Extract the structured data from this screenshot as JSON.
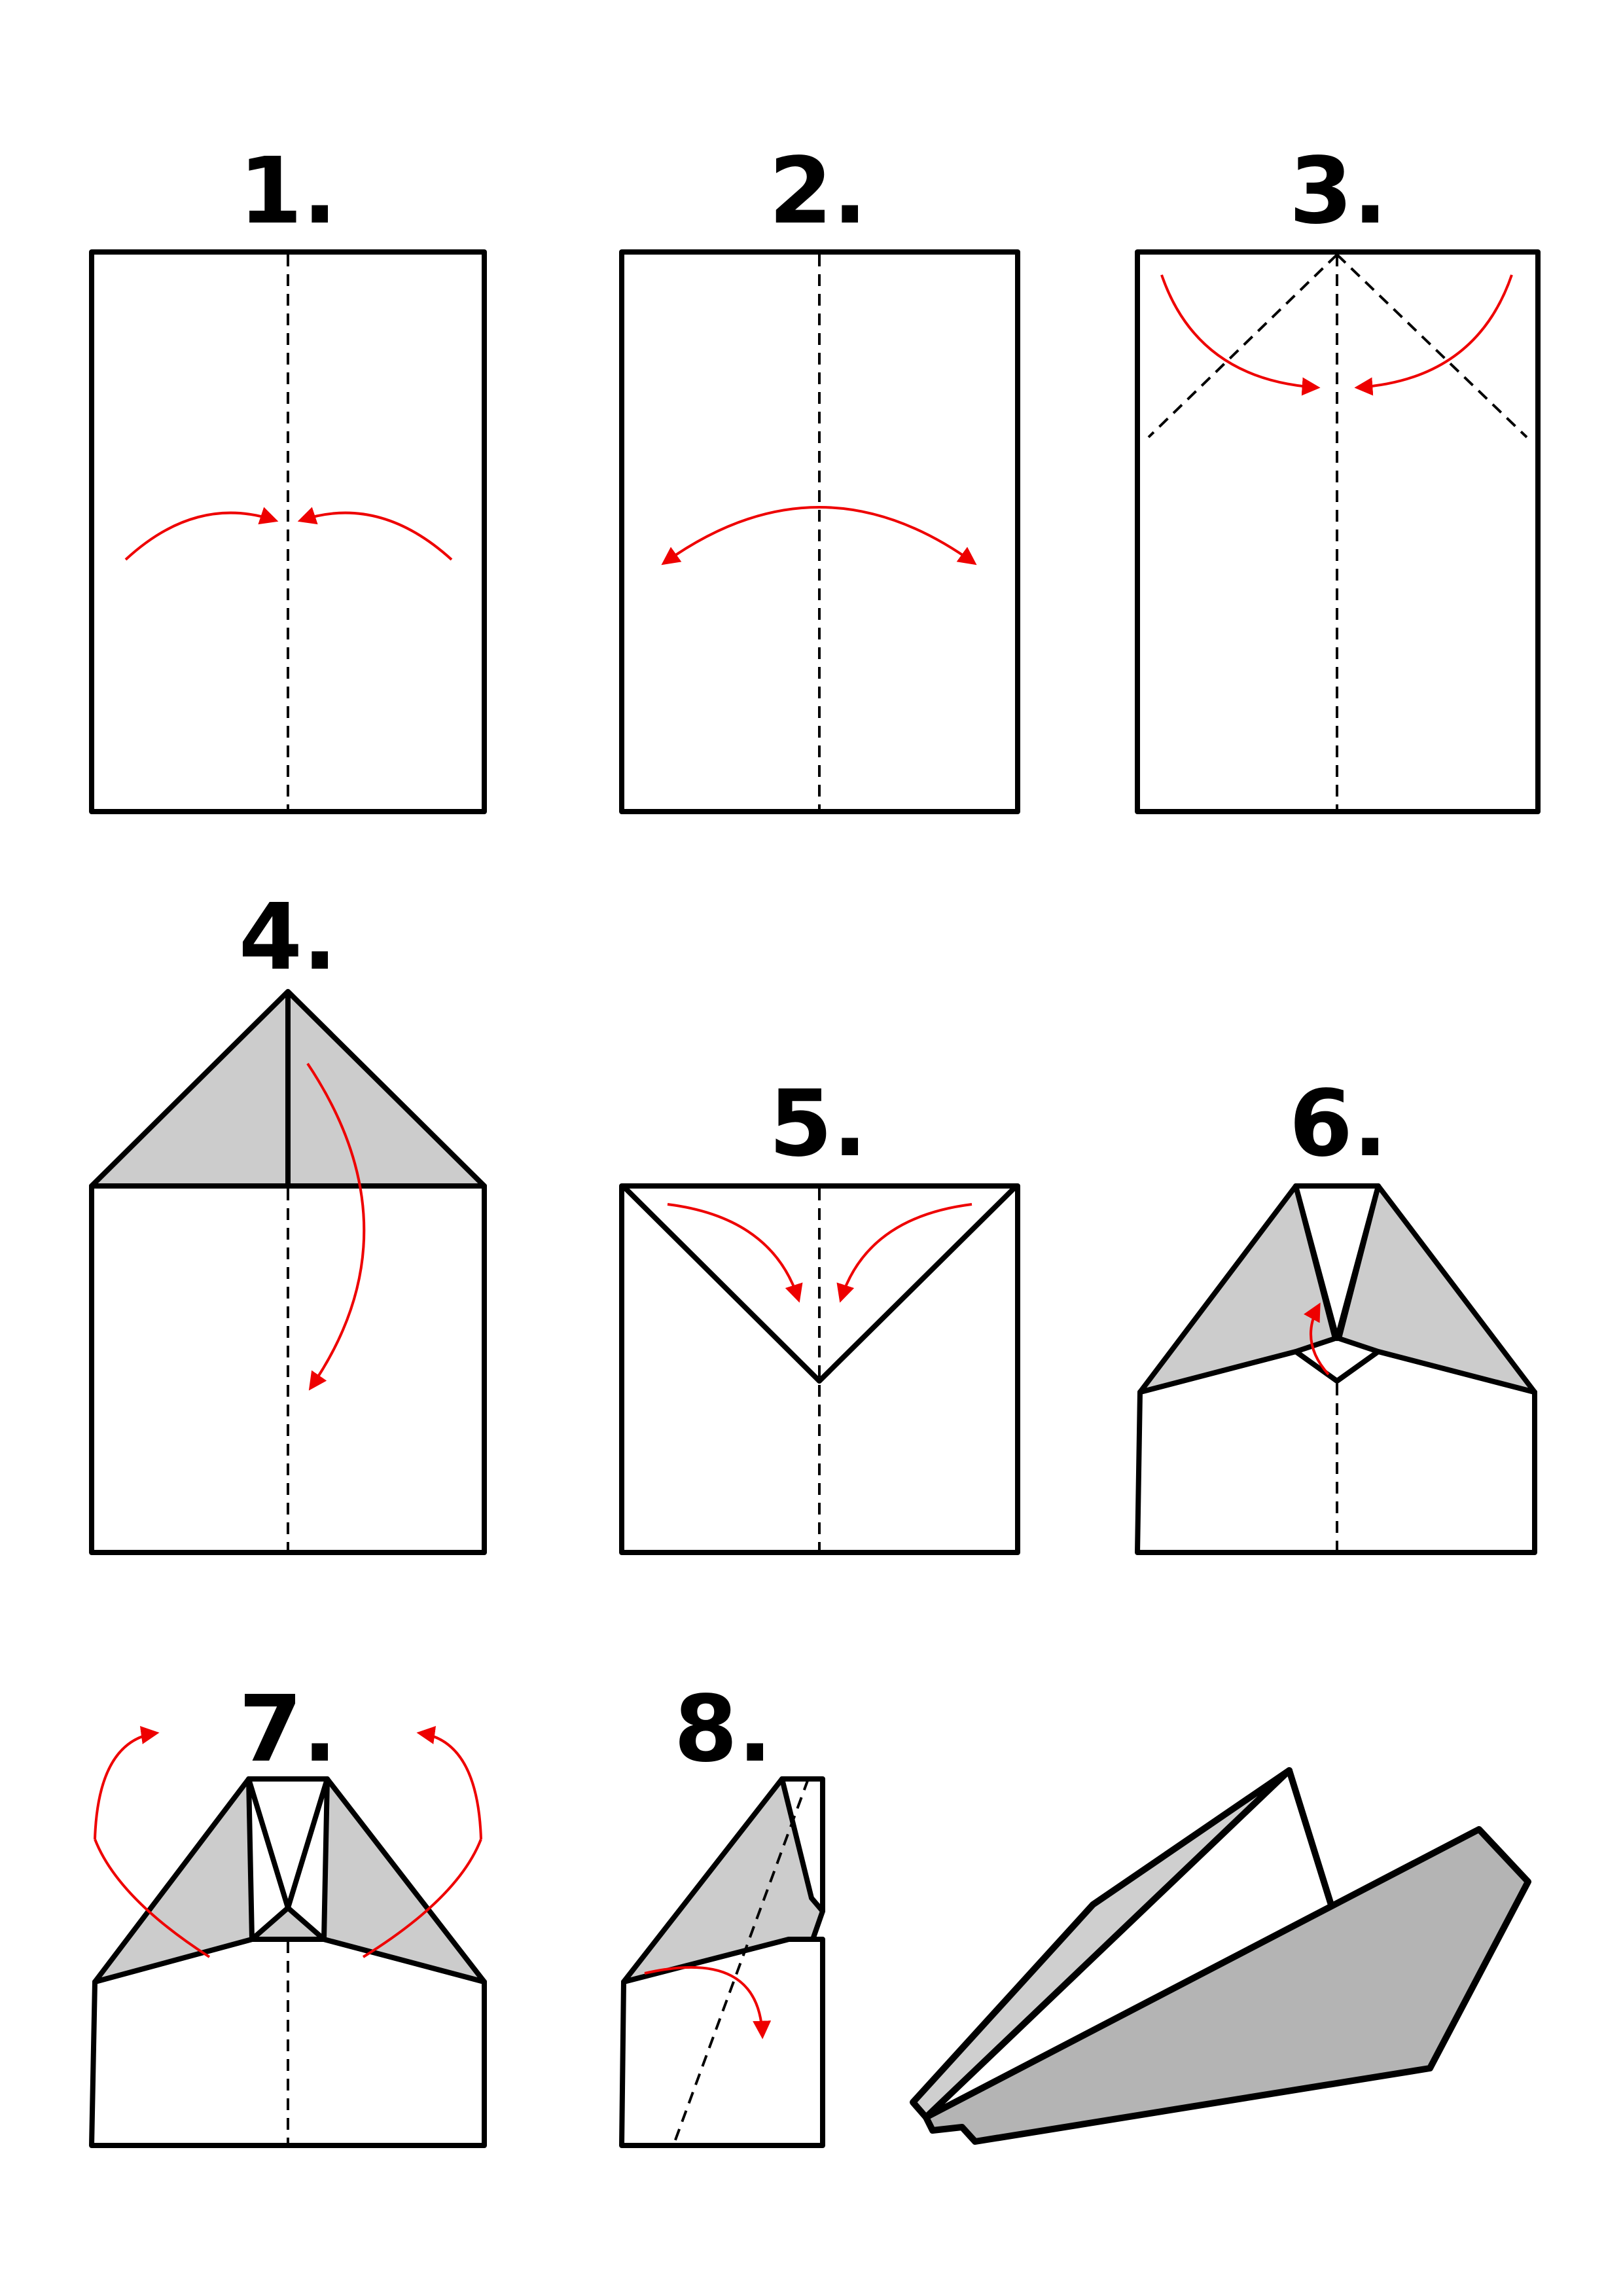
{
  "steps": [
    {
      "number": "1."
    },
    {
      "number": "2."
    },
    {
      "number": "3."
    },
    {
      "number": "4."
    },
    {
      "number": "5."
    },
    {
      "number": "6."
    },
    {
      "number": "7."
    },
    {
      "number": "8."
    }
  ],
  "colors": {
    "arrow": "#ee0000",
    "outline": "#000000",
    "paper": "#ffffff",
    "flap": "#cccccc",
    "plane_shade": "#b4b4b4"
  }
}
